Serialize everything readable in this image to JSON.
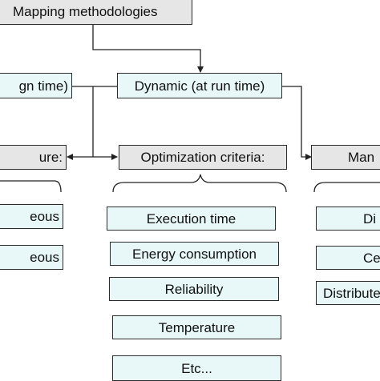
{
  "root": {
    "label": "Mapping methodologies"
  },
  "level1": {
    "design_time": "gn time)",
    "run_time": "Dynamic (at run time)"
  },
  "categories": {
    "architecture": "ure:",
    "optimization": "Optimization criteria:",
    "management": "Man"
  },
  "architecture_items": [
    "eous",
    "eous"
  ],
  "optimization_items": [
    "Execution time",
    "Energy consumption",
    "Reliability",
    "Temperature",
    "Etc..."
  ],
  "management_items": [
    "Di",
    "Ce",
    "Distribute"
  ]
}
